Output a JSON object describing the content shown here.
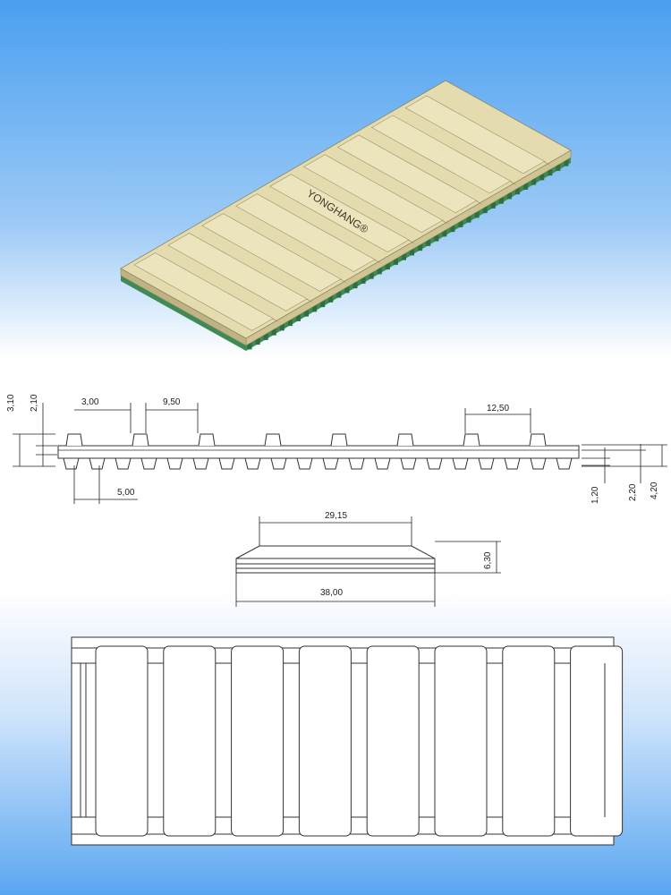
{
  "brand": {
    "text": "YONGHANG®"
  },
  "colors": {
    "belt_top": "#e4dcae",
    "belt_side": "#cfc594",
    "belt_groove": "#5b5538",
    "belt_base": "#3f8a55",
    "background_top": "#4a9ff0"
  },
  "profile": {
    "dims": {
      "h1": "3,10",
      "h2": "2,10",
      "cleat_width": "3,00",
      "cleat_gap": "9,50",
      "cleat_pitch": "12,50",
      "tooth_pitch": "5,00",
      "r1": "1,20",
      "r2": "2,20",
      "r3": "4,20"
    }
  },
  "section": {
    "dims": {
      "top_width": "29,15",
      "height": "6,30",
      "bottom_width": "38,00"
    }
  },
  "plan": {
    "cleat_count": 8
  }
}
